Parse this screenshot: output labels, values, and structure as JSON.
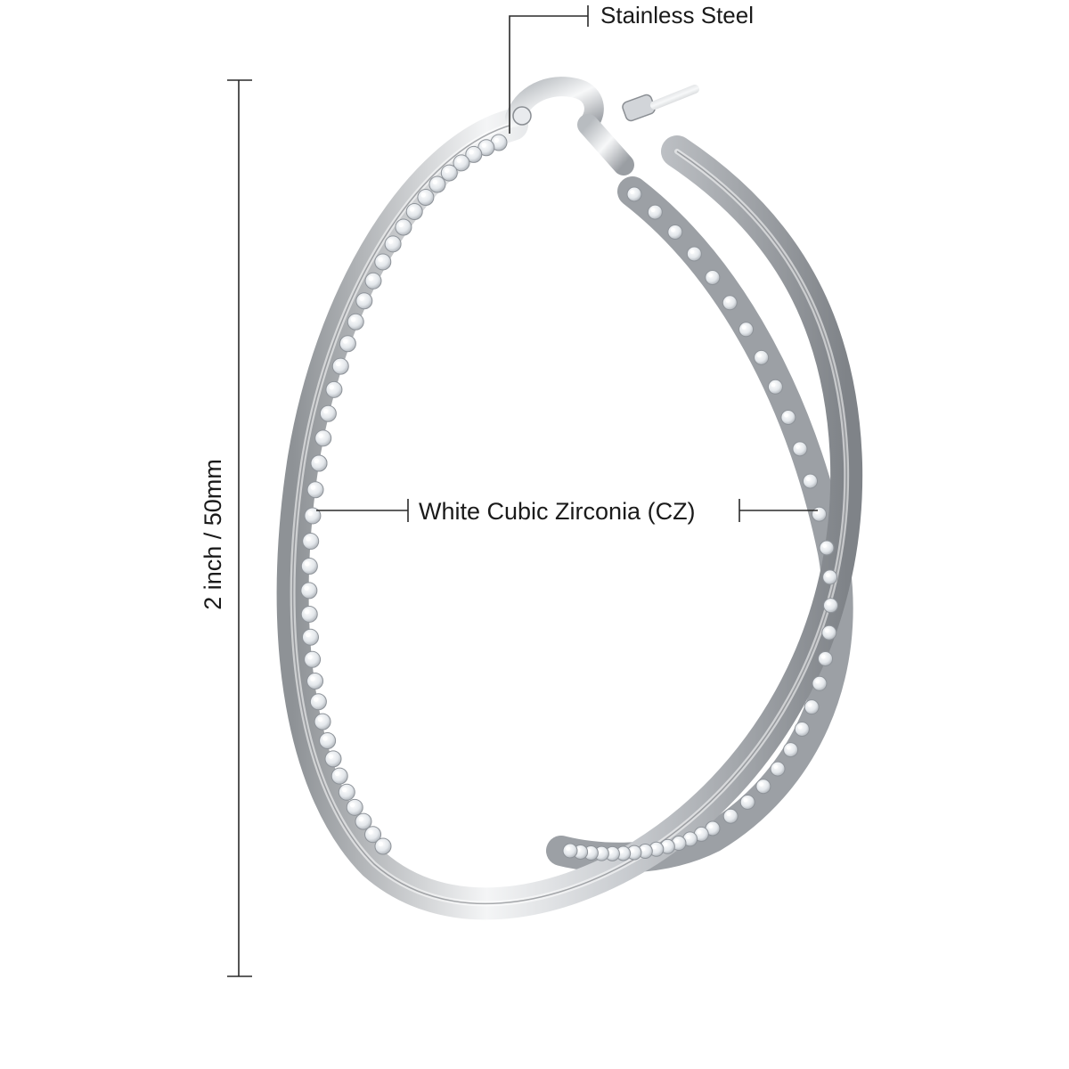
{
  "annotations": {
    "material_label": "Stainless Steel",
    "stone_label": "White Cubic Zirconia (CZ)",
    "dimension_label": "2 inch / 50mm"
  },
  "colors": {
    "background": "#ffffff",
    "metal_dark": "#8e9296",
    "metal_mid": "#c9ccd0",
    "metal_light": "#f4f5f6",
    "stone": "#eef1f4",
    "annotation_line": "#2a2a2a"
  },
  "icons": {
    "hoop": "hoop-earring-icon",
    "stones": "cubic-zirconia-stone-icon",
    "hinge": "latch-hinge-icon"
  }
}
